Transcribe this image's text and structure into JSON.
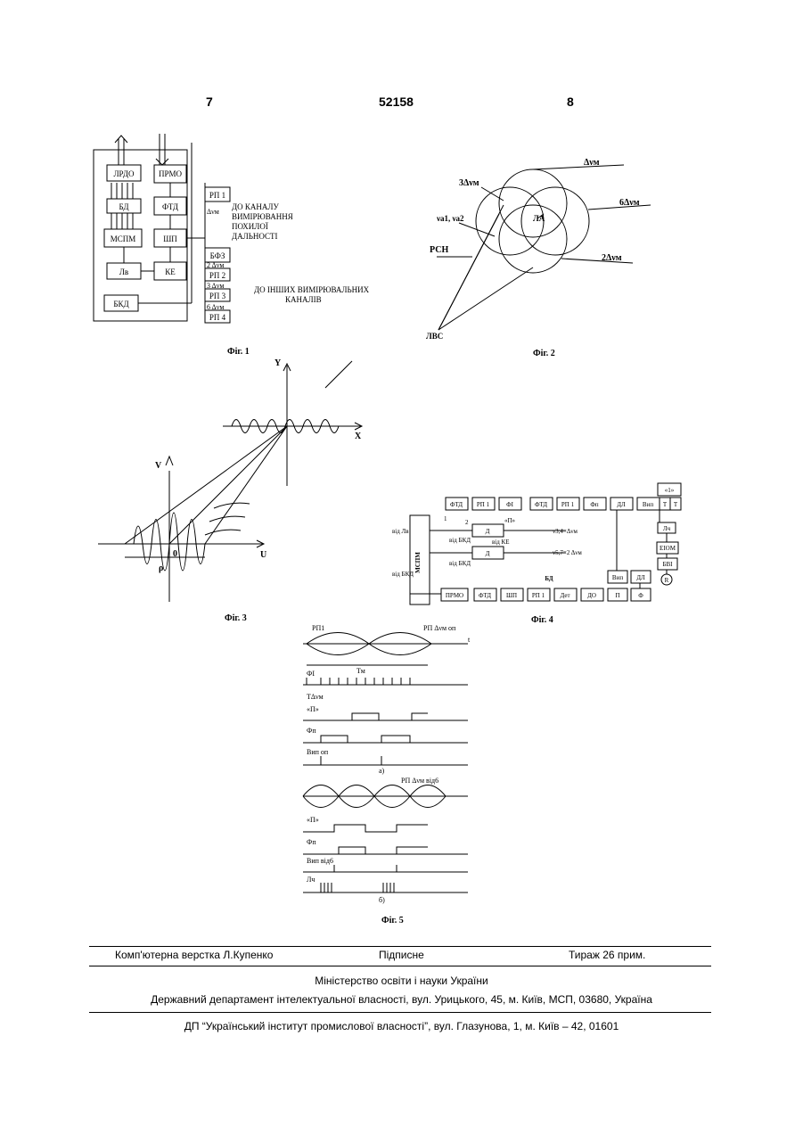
{
  "header": {
    "page_left": "7",
    "patent_number": "52158",
    "page_right": "8"
  },
  "fig1": {
    "caption": "Фіг. 1",
    "blocks": {
      "lrdo": "ЛРДО",
      "bd": "БД",
      "mspm": "МСПМ",
      "lv": "Лв",
      "bkd": "БКД",
      "prmo": "ПРМО",
      "ftd": "ФТД",
      "shp": "ШП",
      "ke": "КЕ",
      "rp1": "РП 1",
      "bfz": "БФЗ",
      "rp2": "РП 2",
      "rp3": "РП 3",
      "rp4": "РП 4"
    },
    "freq_labels": {
      "f1": "Δνм",
      "f2": "2 Δνм",
      "f3": "3 Δνм",
      "f4": "6 Δνм"
    },
    "text_channel": [
      "ДО КАНАЛУ",
      "ВИМІРЮВАННЯ",
      "ПОХИЛОЇ",
      "ДАЛЬНОСТІ"
    ],
    "text_other": [
      "ДО ІНШИХ ВИМІРЮВАЛЬНИХ",
      "КАНАЛІВ"
    ]
  },
  "fig2": {
    "caption": "Фіг. 2",
    "labels": {
      "d1": "Δνм",
      "d3": "3Δνм",
      "d6": "6Δνм",
      "d2": "2Δνм",
      "va": "νа1, νа2",
      "rsn": "РСН",
      "la": "ЛА",
      "lvs": "ЛВС"
    }
  },
  "fig3": {
    "caption": "Фіг. 3",
    "labels": {
      "y": "Y",
      "x": "X",
      "v": "V",
      "u": "U",
      "rho": "ρ",
      "zero": "0"
    }
  },
  "fig4": {
    "caption": "Фіг. 4",
    "blocks": {
      "ftd": "ФТД",
      "rp1": "РП 1",
      "fi": "ФІ",
      "ftd2": "ФТД",
      "rp1b": "РП 1",
      "fp": "Фп",
      "dl": "ДЛ",
      "vip": "Вип",
      "t": "Т",
      "tr": "Т",
      "one": "«1»",
      "lch": "Лч",
      "eiom": "ЕІОМ",
      "bvi": "БВІ",
      "r": "R",
      "mspm": "МСПМ",
      "d": "Д",
      "d2": "Д",
      "vip2": "Вип",
      "dl2": "ДЛ",
      "prmo": "ПРМО",
      "ftd3": "ФТД",
      "shp": "ШП",
      "rp1c": "РП 1",
      "det": "Дет",
      "do": "ДО",
      "p": "П",
      "f": "Ф",
      "bd": "БД"
    },
    "labels": {
      "vid_lv": "від Лв",
      "vid_bkd": "від БКД",
      "vid_bkd2": "від БКД",
      "vid_ke": "від КЕ",
      "vid_bkd3": "від БКД",
      "one": "1",
      "two": "2",
      "pi": "«П»",
      "v34": "ν3,4=Δνм",
      "v57": "ν5,7=2 Δνм"
    }
  },
  "fig5": {
    "caption": "Фіг. 5",
    "part_a": "а)",
    "part_b": "б)",
    "labels": {
      "rp1": "РП1",
      "rp_op": "РП  Δνм оп",
      "tm": "Тм",
      "fi": "ФІ",
      "t_dv": "ТΔνм",
      "pi": "«П»",
      "fp": "Фп",
      "vip_op": "Вип  оп",
      "rp_vid": "РП  Δνм від6",
      "pi_b": "«П»",
      "fp_b": "Фп",
      "vip_vid": "Вип  від6",
      "lch": "Лч",
      "t": "t"
    }
  },
  "footer": {
    "typesetting": "Комп'ютерна верстка Л.Купенко",
    "signed": "Підписне",
    "circulation": "Тираж 26 прим.",
    "ministry": "Міністерство освіти і науки України",
    "department": "Державний департамент інтелектуальної власності, вул. Урицького, 45, м. Київ, МСП, 03680, Україна",
    "institute": "ДП “Український інститут промислової власності”, вул. Глазунова, 1, м. Київ – 42, 01601"
  }
}
